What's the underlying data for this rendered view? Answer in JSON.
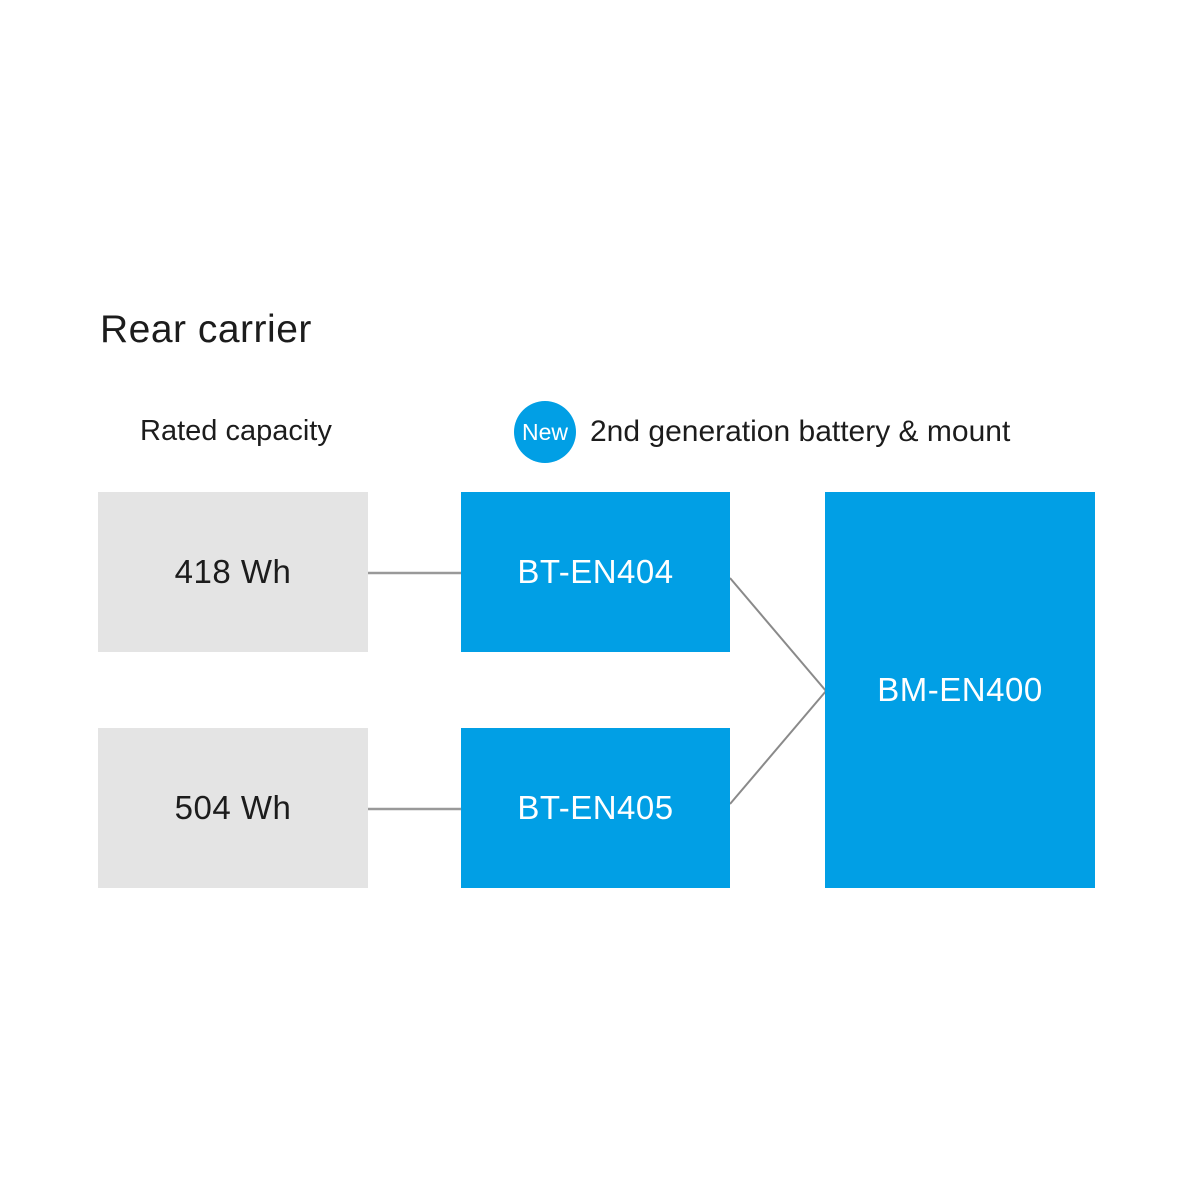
{
  "page": {
    "title": "Rear carrier"
  },
  "diagram": {
    "column_label": "Rated capacity",
    "badge": {
      "label": "New",
      "color": "#019fe5"
    },
    "caption": "2nd generation battery & mount",
    "capacities": [
      {
        "label": "418 Wh"
      },
      {
        "label": "504 Wh"
      }
    ],
    "batteries": [
      {
        "label": "BT-EN404"
      },
      {
        "label": "BT-EN405"
      }
    ],
    "mount": {
      "label": "BM-EN400"
    },
    "colors": {
      "node_blue": "#019fe5",
      "node_gray": "#e4e4e4",
      "connector_gray": "#999999",
      "text_dark": "#1c1c1c",
      "text_light": "#ffffff"
    }
  }
}
